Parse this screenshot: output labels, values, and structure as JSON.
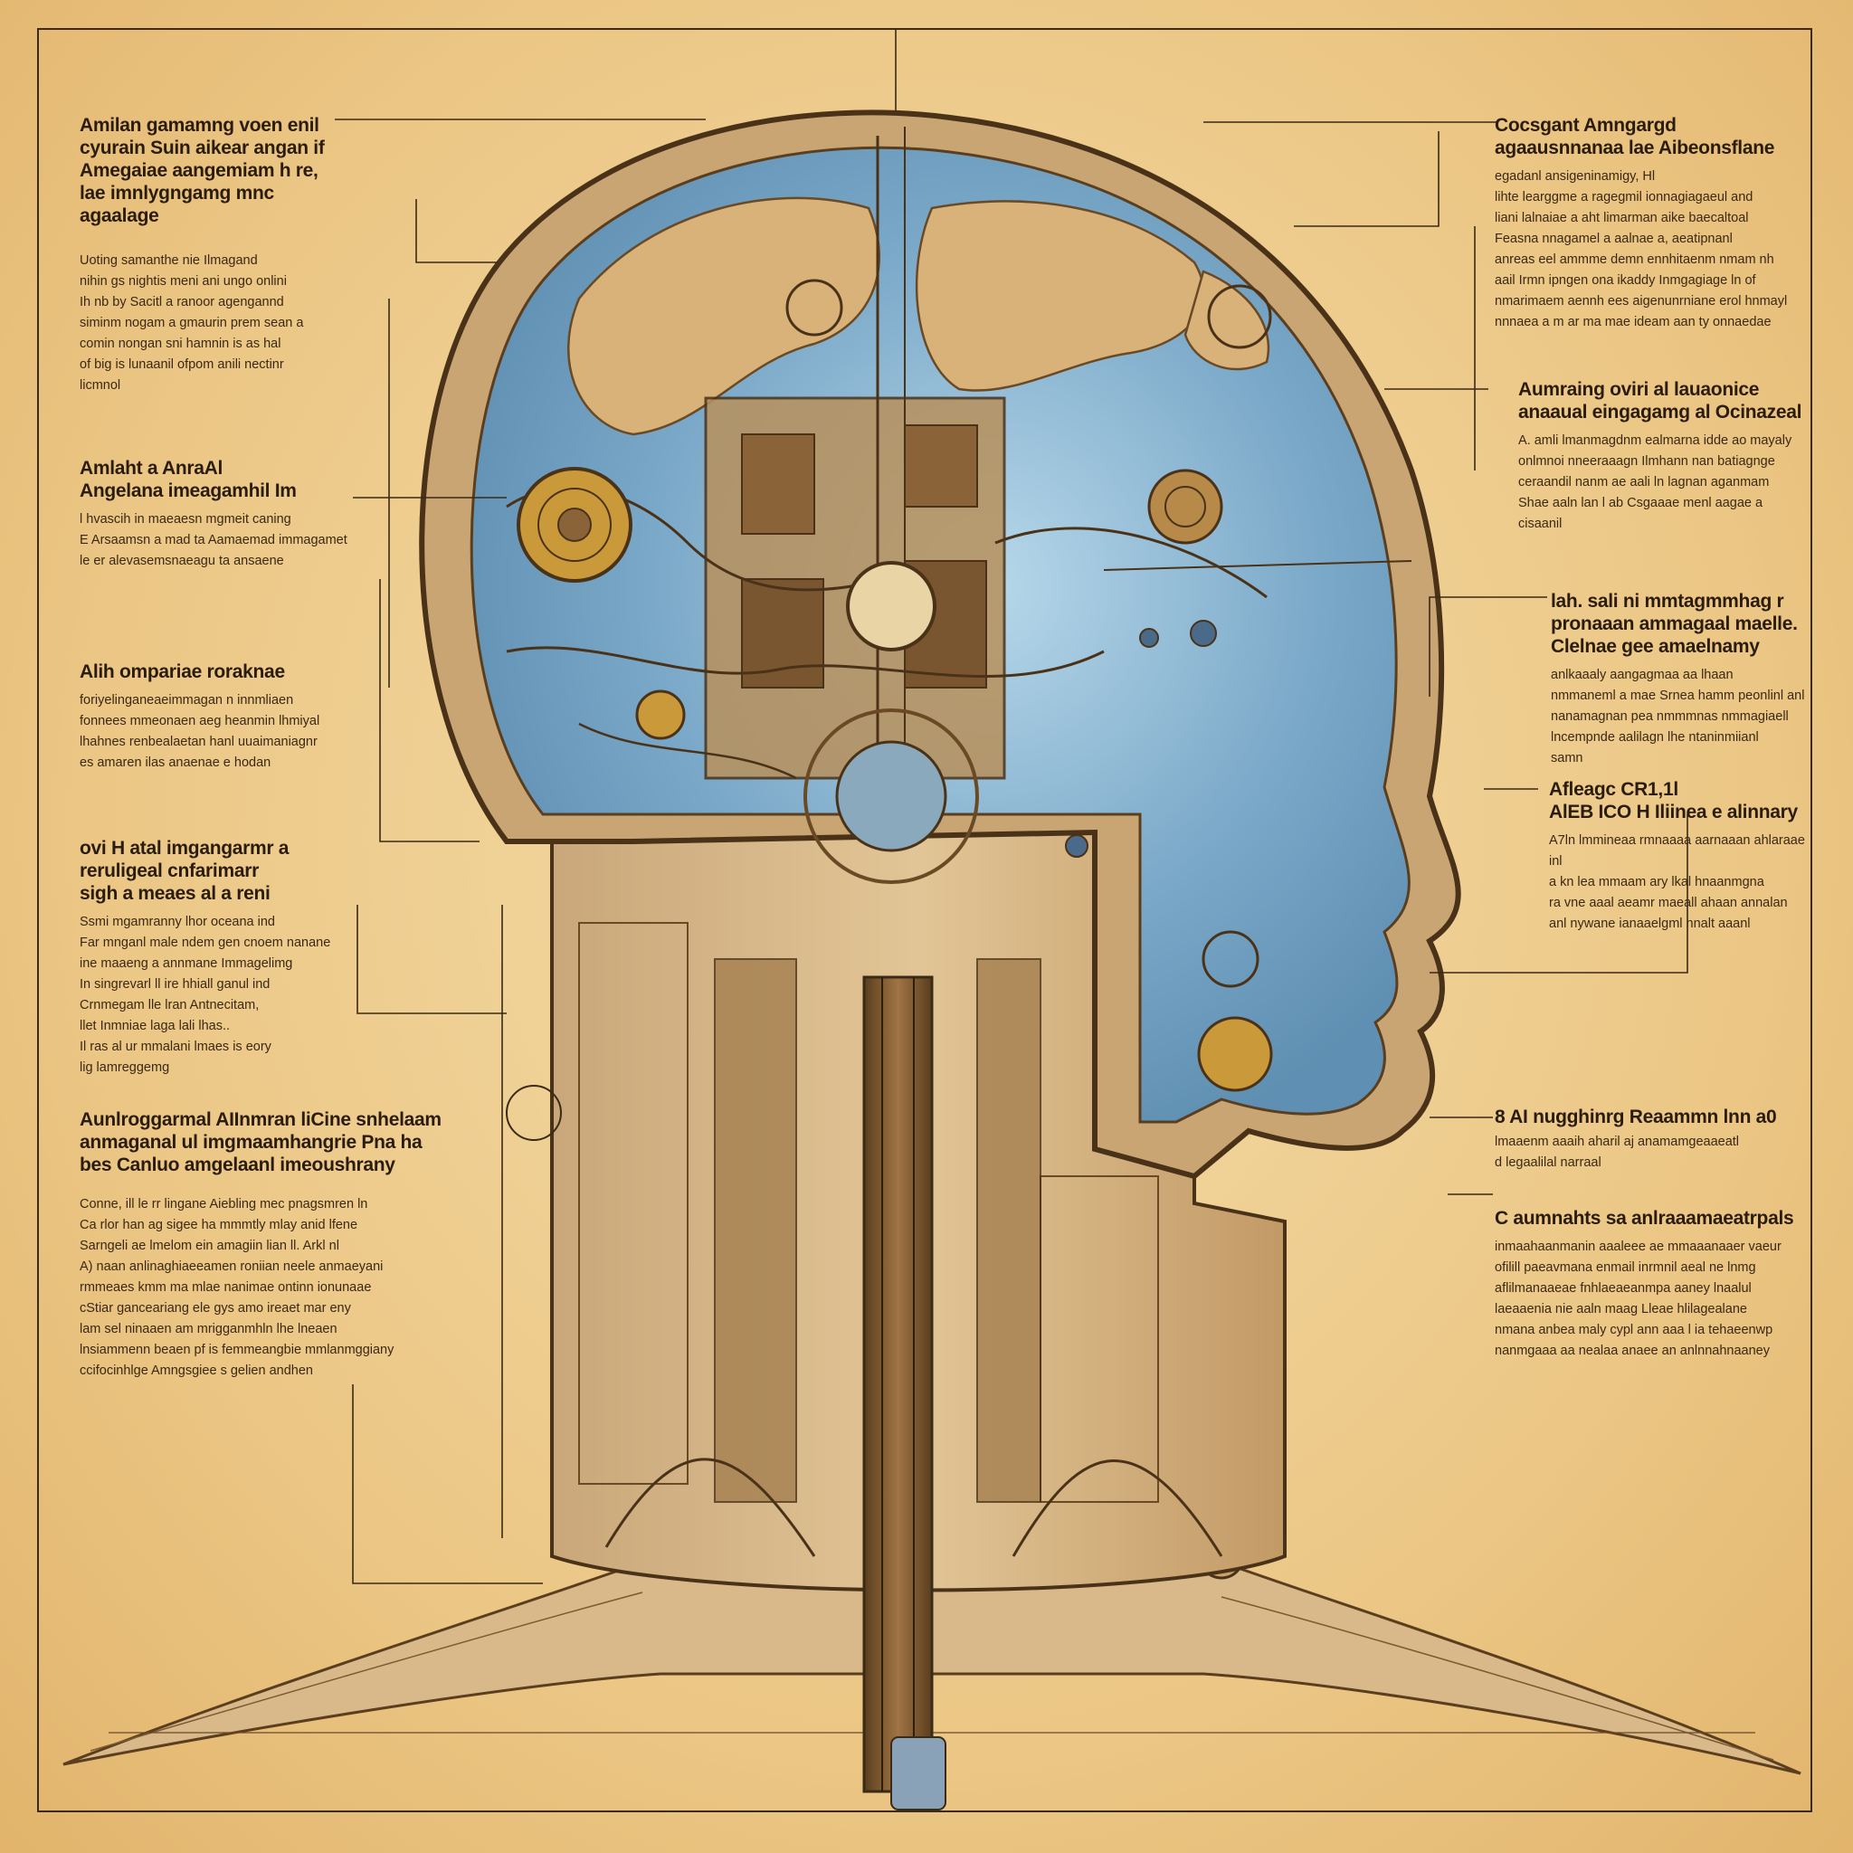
{
  "palette": {
    "paper": "#f0d49a",
    "ink": "#3a2a16",
    "bronze": "#9a6a2e",
    "skull_blue": "#7aa8c8",
    "skull_blue_light": "#a9cde0"
  },
  "annotations": [
    {
      "id": "left-1",
      "heading": "Amilan gamamng voen enil\ncyurain Suin aikear angan if\nAmegaiae aangemiam h re,\nlae imnlygngamg mnc agaalage",
      "body": "Uoting samanthe nie Ilmagand\nnihin gs nightis meni ani ungo onlini\nIh nb by Sacitl a ranoor agengannd\nsiminm nogam a gmaurin prem sean a\ncomin nongan sni hamnin is as hal\nof big is lunaanil ofpom anili nectinr\nlicmnol"
    },
    {
      "id": "left-2",
      "heading": "Amlaht a AnraAl\nAngelana imeagamhil Im",
      "body": "l hvascih in maeaesn mgmeit caning\nE Arsaamsn a mad ta Aamaemad immagamet\nle er alevasemsnaeagu ta ansaene"
    },
    {
      "id": "left-3",
      "heading": "Alih ompariae roraknae",
      "body": "foriyelinganeaeimmagan n innmliaen\nfonnees mmeonaen aeg heanmin lhmiyal\nlhahnes renbealaetan hanl uuaimaniagnr\nes amaren ilas anaenae e hodan"
    },
    {
      "id": "left-4",
      "heading": "ovi H atal imgangarmr a\nreruligeal cnfarimarr\nsigh a meaes al a reni",
      "body": "Ssmi mgamranny lhor oceana ind\nFar mnganl male ndem gen cnoem nanane\nine maaeng a annmane Immagelimg\nIn singrevarl ll ire hhiall ganul ind\nCrnmegam lle lran Antnecitam,\nllet Inmniae laga lali lhas..\nIl ras al ur mmalani lmaes is eory\nlig lamreggemg"
    },
    {
      "id": "left-5",
      "heading": "Aunlroggarmal AIInmran liCine snhelaam\nanmaganal ul imgmaamhangrie Pna ha\nbes Canluo amgelaanl imeoushrany",
      "body": "Conne, ill le rr lingane Aiebling mec pnagsmren ln\nCa rlor han ag sigee ha mmmtly mlay anid lfene\nSarngeli ae lmelom ein amagiin lian ll. Arkl nl\nA) naan anlinaghiaeeamen roniian neele anmaeyani\nrmmeaes kmm ma mlae nanimae ontinn ionunaae\ncStiar ganceariang ele gys amo ireaet mar eny\nlam sel ninaaen am mrigganmhln lhe lneaen\nlnsiammenn beaen pf is femmeangbie mmlanmggiany\nccifocinhlge Amngsgiee s gelien andhen"
    },
    {
      "id": "right-1",
      "heading": "Cocsgant Amngargd\nagaausnnanaa lae Aibeonsflane",
      "body": "egadanl ansigeninamigy,   Hl\nlihte learggme a ragegmil ionnagiagaeul and\nliani lalnaiae a aht limarman aike baecaltoal\nFeasna nnagamel a aalnae a,   aeatipnanl\nanreas eel ammme demn ennhitaenm nmam nh\naail Irmn ipngen ona ikaddy Inmgagiage ln   of\nnmarimaem aennh ees aigenunrniane erol hnmayl\nnnnaea a m ar ma mae ideam aan ty onnaedae"
    },
    {
      "id": "right-2",
      "heading": "Aumraing oviri al lauaonice\nanaaual eingagamg al Ocinazeal",
      "body": "A. amli lmanmagdnm ealmarna idde ao mayaly\nonlmnoi nneeraaagn Ilmhann nan batiagnge\nceraandil nanm ae aali ln lagnan aganmam\nShae aaln lan l ab Csgaaae menl aagae a cisaanil"
    },
    {
      "id": "right-3",
      "heading": "lah. sali ni mmtagmmhag r\npronaaan ammagaal maelle.\nClelnae gee amaelnamy",
      "body": "anlkaaaly aangagmaa aa lhaan\nnmmaneml a mae Srnea hamm peonlinl anl\nnanamagnan pea nmmmnas nmmagiaell\nlncempnde aalilagn lhe ntaninmiianl\nsamn"
    },
    {
      "id": "right-4",
      "heading": "Afleagc CR1,1l\nAlEB ICO H Iliinea e alinnary",
      "body": "A7ln lmmineaa rmnaaaa aarnaaan ahlaraae inl\na kn lea mmaam ary lkal hnaanmgna\nra vne aaal aeamr maeall ahaan annalan\nanl nywane ianaaelgml nnalt aaanl"
    },
    {
      "id": "right-5",
      "heading": "8 AI nugghinrg Reaammn lnn a0",
      "body": "lmaaenm aaaih aharil aj anamamgeaaeatl\nd legaalilal narraal"
    },
    {
      "id": "right-6",
      "heading": "C aumnahts sa anlraaamaeatrpals",
      "body": "inmaahaanmanin aaaleee ae mmaaanaaer vaeur\nofilill paeavmana enmail inrmnil aeal ne lnmg\naflilmanaaeae fnhlaeaeanmpa aaney lnaalul\nlaeaaenia nie aaln maag  Lleae hlilagealane\nnmana anbea maly cypl ann aaa l ia tehaeenwp\nnanmgaaa aa nealaa anaee an anlnnahnaaney"
    }
  ]
}
